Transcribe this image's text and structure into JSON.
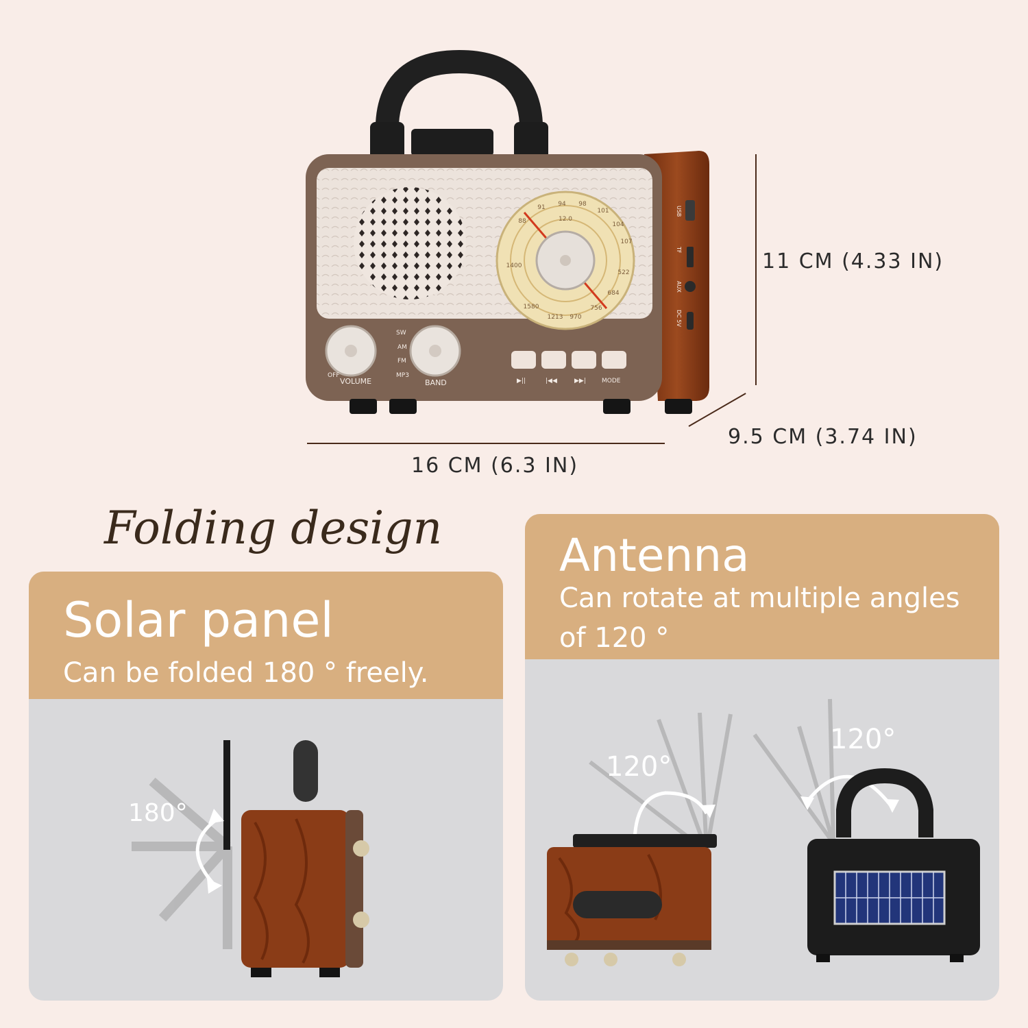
{
  "dimensions": {
    "height_label": "11 CM (4.33 IN)",
    "depth_label": "9.5 CM (3.74 IN)",
    "width_label": "16 CM (6.3 IN)"
  },
  "radio_front": {
    "knob_left_label": "VOLUME",
    "off_label": "OFF",
    "knob_right_label": "BAND",
    "band_options": [
      "SW",
      "AM",
      "FM",
      "MP3"
    ],
    "button_icons": [
      "▶||",
      "|◀◀",
      "▶▶|",
      "MODE"
    ],
    "side_ports": [
      "USB",
      "TF",
      "AUX",
      "DC 5V"
    ],
    "dial_numbers": [
      "12.0",
      "98",
      "101",
      "104",
      "107",
      "94",
      "91",
      "88",
      "522",
      "684",
      "756",
      "970",
      "1213",
      "1580",
      "1400"
    ]
  },
  "folding_title": "Folding design",
  "solar_panel": {
    "title": "Solar panel",
    "subtitle": "Can be folded 180 ° freely.",
    "angle_label": "180°"
  },
  "antenna": {
    "title": "Antenna",
    "subtitle_line1": "Can rotate at multiple angles",
    "subtitle_line2": "of 120 °",
    "angle_label_left": "120°",
    "angle_label_right": "120°"
  },
  "colors": {
    "background": "#f9ede8",
    "panel_header": "#d8af80",
    "panel_body": "#d9d9db",
    "wood": "#8a3c17",
    "faceplate": "#7b6150"
  }
}
